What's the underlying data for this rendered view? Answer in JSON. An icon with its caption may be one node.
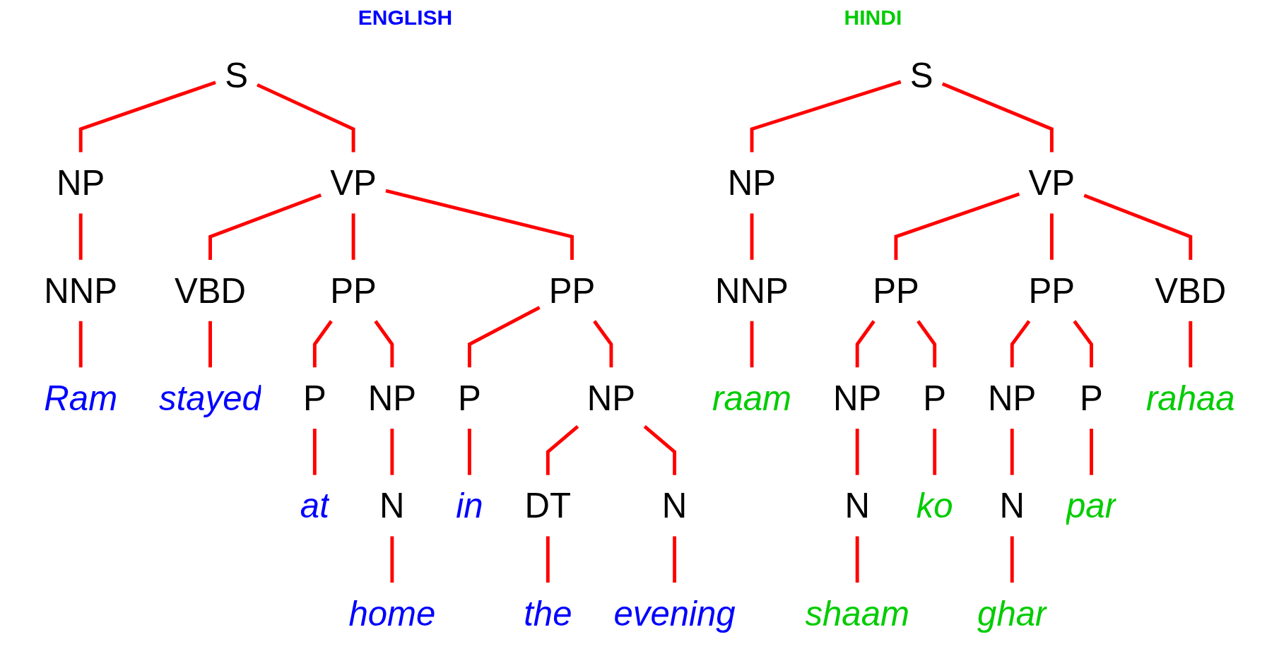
{
  "diagram": {
    "nodes": [
      {
        "text": [
          "S"
        ]
      },
      {
        "text": [
          "NP"
        ]
      },
      {
        "text": [
          "VP"
        ]
      },
      {
        "text": [
          "NNP"
        ]
      },
      {
        "text": [
          "Ram"
        ]
      },
      {
        "text": [
          "VBD"
        ]
      },
      {
        "text": [
          "stayed"
        ]
      },
      {
        "text": [
          "PP"
        ]
      },
      {
        "text": [
          "P"
        ]
      },
      {
        "text": [
          "at"
        ]
      },
      {
        "text": [
          "NP"
        ]
      },
      {
        "text": [
          "N"
        ]
      },
      {
        "text": [
          "home"
        ]
      },
      {
        "text": [
          "PP"
        ]
      },
      {
        "text": [
          "P"
        ]
      },
      {
        "text": [
          "in"
        ]
      },
      {
        "text": [
          "NP"
        ]
      },
      {
        "text": [
          "DT"
        ]
      },
      {
        "text": [
          "the"
        ]
      },
      {
        "text": [
          "N"
        ]
      },
      {
        "text": [
          "evening"
        ]
      },
      {
        "text": [
          "S"
        ]
      },
      {
        "text": [
          "NP"
        ]
      },
      {
        "text": [
          "VP"
        ]
      },
      {
        "text": [
          "NNP"
        ]
      },
      {
        "text": [
          "raam"
        ]
      },
      {
        "text": [
          "PP"
        ]
      },
      {
        "text": [
          "NP"
        ]
      },
      {
        "text": [
          "N"
        ]
      },
      {
        "text": [
          "shaam"
        ]
      },
      {
        "text": [
          "P"
        ]
      },
      {
        "text": [
          "ko"
        ]
      },
      {
        "text": [
          "PP"
        ]
      },
      {
        "text": [
          "NP"
        ]
      },
      {
        "text": [
          "N"
        ]
      },
      {
        "text": [
          "ghar"
        ]
      },
      {
        "text": [
          "P"
        ]
      },
      {
        "text": [
          "par"
        ]
      },
      {
        "text": [
          "VBD"
        ]
      },
      {
        "text": [
          "rahaa"
        ]
      }
    ],
    "edges": [
      {
        "from": 0,
        "to": 1,
        "arrow": "none"
      },
      {
        "from": 0,
        "to": 2,
        "arrow": "none"
      },
      {
        "from": 1,
        "to": 3,
        "arrow": "none"
      },
      {
        "from": 3,
        "to": 4,
        "arrow": "none"
      },
      {
        "from": 2,
        "to": 5,
        "arrow": "none"
      },
      {
        "from": 5,
        "to": 6,
        "arrow": "none"
      },
      {
        "from": 2,
        "to": 7,
        "arrow": "none"
      },
      {
        "from": 7,
        "to": 8,
        "arrow": "none"
      },
      {
        "from": 8,
        "to": 9,
        "arrow": "none"
      },
      {
        "from": 7,
        "to": 10,
        "arrow": "none"
      },
      {
        "from": 10,
        "to": 11,
        "arrow": "none"
      },
      {
        "from": 11,
        "to": 12,
        "arrow": "none"
      },
      {
        "from": 2,
        "to": 13,
        "arrow": "none"
      },
      {
        "from": 13,
        "to": 14,
        "arrow": "none"
      },
      {
        "from": 14,
        "to": 15,
        "arrow": "none"
      },
      {
        "from": 13,
        "to": 16,
        "arrow": "none"
      },
      {
        "from": 16,
        "to": 17,
        "arrow": "none"
      },
      {
        "from": 17,
        "to": 18,
        "arrow": "none"
      },
      {
        "from": 16,
        "to": 19,
        "arrow": "none"
      },
      {
        "from": 19,
        "to": 20,
        "arrow": "none"
      },
      {
        "from": 21,
        "to": 22,
        "arrow": "none"
      },
      {
        "from": 21,
        "to": 23,
        "arrow": "none"
      },
      {
        "from": 22,
        "to": 24,
        "arrow": "none"
      },
      {
        "from": 24,
        "to": 25,
        "arrow": "none"
      },
      {
        "from": 23,
        "to": 26,
        "arrow": "none"
      },
      {
        "from": 26,
        "to": 27,
        "arrow": "none"
      },
      {
        "from": 27,
        "to": 28,
        "arrow": "none"
      },
      {
        "from": 28,
        "to": 29,
        "arrow": "none"
      },
      {
        "from": 26,
        "to": 30,
        "arrow": "none"
      },
      {
        "from": 30,
        "to": 31,
        "arrow": "none"
      },
      {
        "from": 23,
        "to": 32,
        "arrow": "none"
      },
      {
        "from": 32,
        "to": 33,
        "arrow": "none"
      },
      {
        "from": 33,
        "to": 34,
        "arrow": "none"
      },
      {
        "from": 34,
        "to": 35,
        "arrow": "none"
      },
      {
        "from": 32,
        "to": 36,
        "arrow": "none"
      },
      {
        "from": 36,
        "to": 37,
        "arrow": "none"
      },
      {
        "from": 23,
        "to": 38,
        "arrow": "none"
      },
      {
        "from": 38,
        "to": 39,
        "arrow": "none"
      }
    ],
    "labels": [
      "ENGLISH",
      "HINDI"
    ]
  }
}
